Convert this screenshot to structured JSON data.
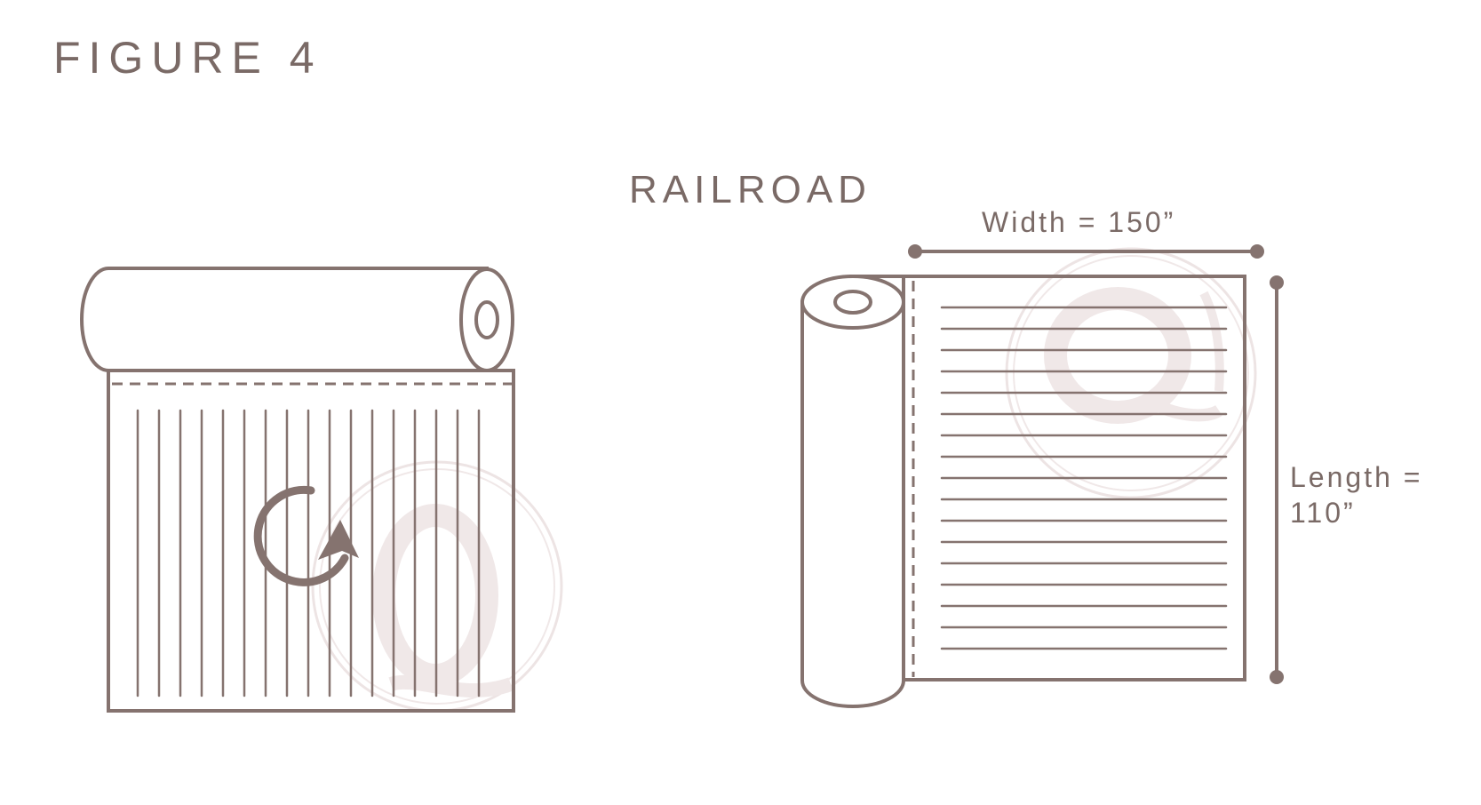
{
  "figure": {
    "title": "FIGURE 4",
    "subtitle": "RAILROAD"
  },
  "dimensions": {
    "width_label": "Width = 150”",
    "length_label_line1": "Length =",
    "length_label_line2": "110”"
  },
  "colors": {
    "stroke": "#85736f",
    "text": "#7a6a66",
    "watermark": "#efe6e6",
    "watermark_ring": "#ece2e2"
  },
  "icons": {
    "rotation": "rotate-arrow-icon",
    "watermark": "q-logo-watermark"
  }
}
